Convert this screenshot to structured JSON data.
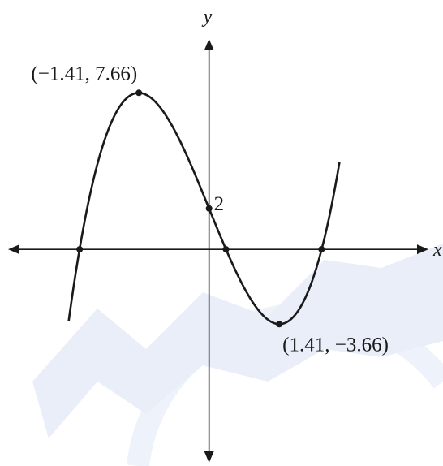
{
  "chart_data": {
    "type": "line",
    "function": "y = x^3 - 6x + 2",
    "coefficients": {
      "a": 1,
      "b": 0,
      "c": -6,
      "d": 2
    },
    "x_domain": [
      -2.82,
      2.62
    ],
    "axis_labels": {
      "x": "x",
      "y": "y"
    },
    "xlim": [
      -4.2,
      4.7
    ],
    "ylim": [
      -10.6,
      12.2
    ],
    "grid": false,
    "points": [
      {
        "id": "local-max",
        "x": -1.41,
        "y": 7.66,
        "label": "(−1.41, 7.66)"
      },
      {
        "id": "y-intercept",
        "x": 0,
        "y": 2,
        "label": "2"
      },
      {
        "id": "local-min",
        "x": 1.41,
        "y": -3.66,
        "label": "(1.41, −3.66)"
      },
      {
        "id": "root-left",
        "x": -2.6,
        "y": 0,
        "label": ""
      },
      {
        "id": "root-middle",
        "x": 0.34,
        "y": 0,
        "label": ""
      },
      {
        "id": "root-right",
        "x": 2.26,
        "y": 0,
        "label": ""
      }
    ],
    "colors": {
      "curve": "#1a1a1a",
      "axis": "#1a1a1a",
      "points": "#1a1a1a",
      "watermark": "#dfe6f5"
    }
  }
}
